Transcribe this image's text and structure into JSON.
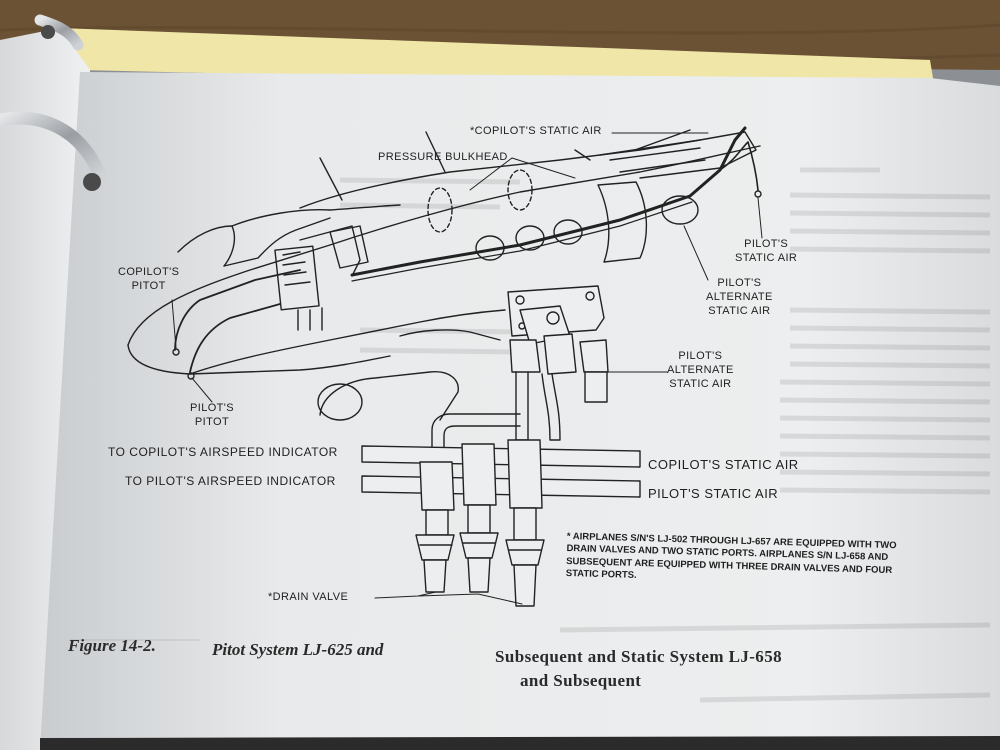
{
  "labels": {
    "copilot_static_air_top": "*COPILOT'S STATIC AIR",
    "pressure_bulkhead": "PRESSURE BULKHEAD",
    "copilot_pitot": "COPILOT'S\nPITOT",
    "pilot_pitot": "PILOT'S\nPITOT",
    "pilot_static_air_top": "PILOT'S\nSTATIC AIR",
    "pilot_alternate_static_air_upper": "PILOT'S\nALTERNATE\nSTATIC AIR",
    "pilot_alternate_static_air_lower": "PILOT'S\nALTERNATE\nSTATIC AIR",
    "to_copilot_airspeed": "TO COPILOT'S AIRSPEED INDICATOR",
    "to_pilot_airspeed": "TO PILOT'S AIRSPEED INDICATOR",
    "copilot_static_air_line": "COPILOT'S STATIC AIR",
    "pilot_static_air_line": "PILOT'S STATIC AIR",
    "drain_valve": "*DRAIN VALVE"
  },
  "footnote": "* AIRPLANES S/N'S LJ-502 THROUGH LJ-657 ARE EQUIPPED WITH TWO DRAIN VALVES AND TWO STATIC PORTS. AIRPLANES S/N LJ-658 AND SUBSEQUENT ARE EQUIPPED WITH THREE DRAIN VALVES AND FOUR STATIC PORTS.",
  "caption": {
    "figure_number": "Figure 14-2.",
    "text_part1": "Pitot System LJ-625 and",
    "text_part2": "Subsequent and Static System LJ-658",
    "text_part3": "and Subsequent"
  },
  "colors": {
    "paper": "#e9ebec",
    "ink": "#222222",
    "binder_ring": "#b9bcc0",
    "wood": "#6b5234"
  }
}
